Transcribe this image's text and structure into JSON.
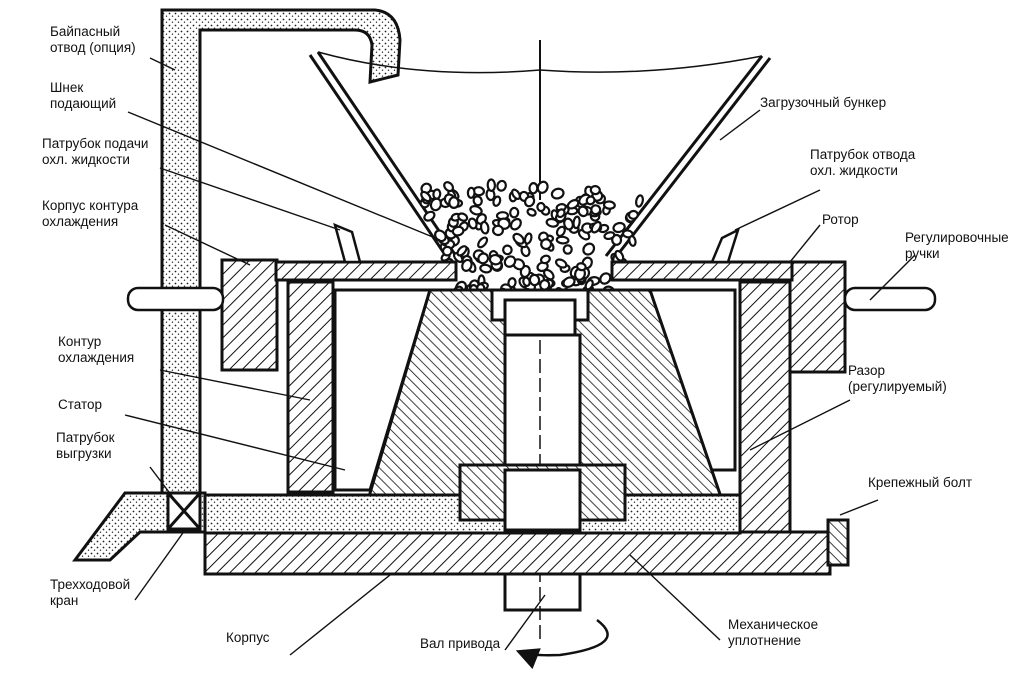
{
  "labels": {
    "bypass": [
      "Байпасный",
      "отвод  (опция)"
    ],
    "screw": [
      "Шнек",
      "подающий"
    ],
    "inlet": [
      "Патрубок подачи",
      "охл. жидкости"
    ],
    "jacket": [
      "Корпус контура",
      "охлаждения"
    ],
    "circuit": [
      "Контур",
      "охлаждения"
    ],
    "stator": [
      "Статор"
    ],
    "discharge": [
      "Патрубок",
      "выгрузки"
    ],
    "valve": [
      "Трехходовой",
      "кран"
    ],
    "housing": [
      "Корпус"
    ],
    "shaft": [
      "Вал привода"
    ],
    "seal": [
      "Механическое",
      "уплотнение"
    ],
    "bolt": [
      "Крепежный болт"
    ],
    "gap": [
      "Разор",
      "(регулируемый)"
    ],
    "handles": [
      "Регулировочные",
      "ручки"
    ],
    "rotor": [
      "Ротор"
    ],
    "outlet": [
      "Патрубок отвода",
      "охл. жидкости"
    ],
    "hopper": [
      "Загрузочный бункер"
    ]
  },
  "colors": {
    "ink": "#111111",
    "paper": "#ffffff",
    "fill": "#f2f2f2"
  }
}
